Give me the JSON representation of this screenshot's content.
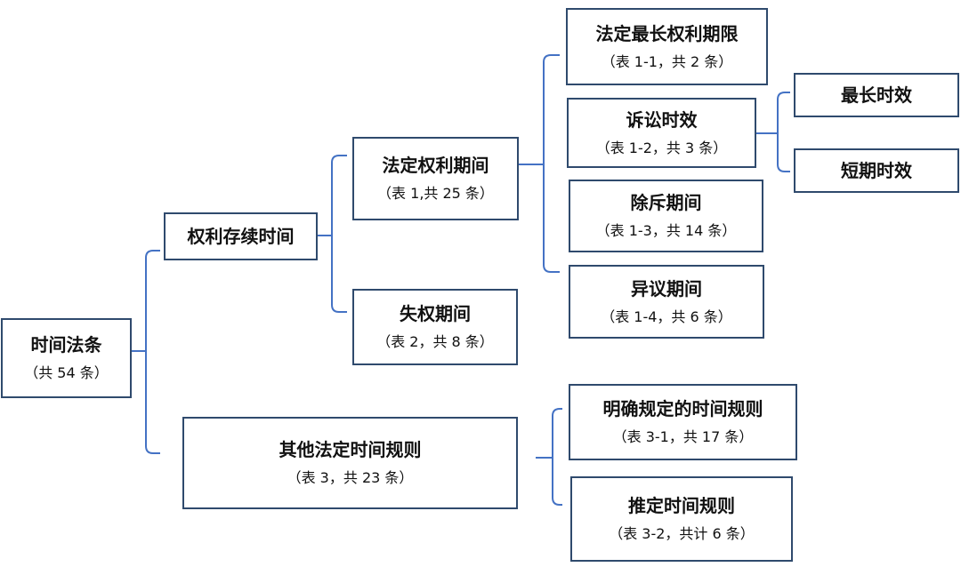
{
  "root": {
    "title": "时间法条",
    "sub": "（共 54 条）"
  },
  "rights_duration": {
    "title": "权利存续时间"
  },
  "statutory_rights_period": {
    "title": "法定权利期间",
    "sub": "（表 1,共 25 条）"
  },
  "loss_of_rights_period": {
    "title": "失权期间",
    "sub": "（表 2，共 8 条）"
  },
  "other_time_rules": {
    "title": "其他法定时间规则",
    "sub": "（表 3，共 23 条）"
  },
  "max_rights_term": {
    "title": "法定最长权利期限",
    "sub": "（表 1-1，共 2 条）"
  },
  "limitation": {
    "title": "诉讼时效",
    "sub": "（表 1-2，共 3 条）"
  },
  "exclusion_period": {
    "title": "除斥期间",
    "sub": "（表 1-3，共 14 条）"
  },
  "objection_period": {
    "title": "异议期间",
    "sub": "（表 1-4，共 6 条）"
  },
  "longest_limitation": {
    "title": "最长时效"
  },
  "short_limitation": {
    "title": "短期时效"
  },
  "explicit_rules": {
    "title": "明确规定的时间规则",
    "sub": "（表 3-1，共 17 条）"
  },
  "presumed_rules": {
    "title": "推定时间规则",
    "sub": "（表 3-2，共计 6 条）"
  },
  "colors": {
    "connector": "#4472C4",
    "border": "#2F4A6D"
  }
}
